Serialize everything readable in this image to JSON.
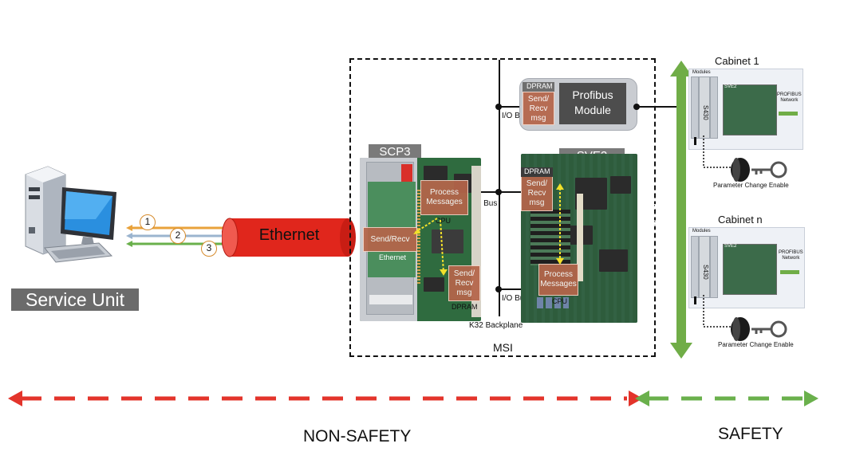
{
  "service_unit": {
    "label": "Service Unit"
  },
  "ethernet": {
    "label": "Ethernet",
    "cable_numbers": [
      "1",
      "2",
      "3"
    ]
  },
  "msi": {
    "label": "MSI",
    "backplane_label": "K32 Backplane",
    "io_bus_labels": [
      "I/O Bus",
      "I/O Bus",
      "I/O Bus"
    ]
  },
  "scp3": {
    "title": "SCP3",
    "process_messages": "Process\nMessages",
    "cpu": "CPU",
    "send_recv": "Send/Recv",
    "ethernet_sub": "Ethernet",
    "send_recv_msg": "Send/\nRecv\nmsg",
    "dpram": "DPRAM"
  },
  "sve2": {
    "title": "SVE2",
    "dpram": "DPRAM",
    "send_recv_msg": "Send/\nRecv\nmsg",
    "process_messages": "Process\nMessages",
    "cpu": "CPU"
  },
  "profibus_module": {
    "dpram": "DPRAM",
    "send_recv_msg": "Send/\nRecv\nmsg",
    "label": "Profibus\nModule"
  },
  "profibus_bus": {
    "label": "Profibus"
  },
  "cabinets": [
    {
      "title": "Cabinet 1",
      "modules": "Modules",
      "s430": "S430",
      "sve2": "SVE2",
      "profibus_network": "PROFIBUS\nNetwork",
      "param": "Parameter Change Enable"
    },
    {
      "title": "Cabinet n",
      "modules": "Modules",
      "s430": "S430",
      "sve2": "SVE2",
      "profibus_network": "PROFIBUS\nNetwork",
      "param": "Parameter Change Enable"
    }
  ],
  "zones": {
    "non_safety": "NON-SAFETY",
    "safety": "SAFETY"
  },
  "colors": {
    "ethernet": "#e0261c",
    "non_safety": "#e3342b",
    "safety": "#6ab04c",
    "profibus": "#70ad47",
    "brown_box": "#b5654a",
    "service_label_bg": "#6b6b6b"
  }
}
